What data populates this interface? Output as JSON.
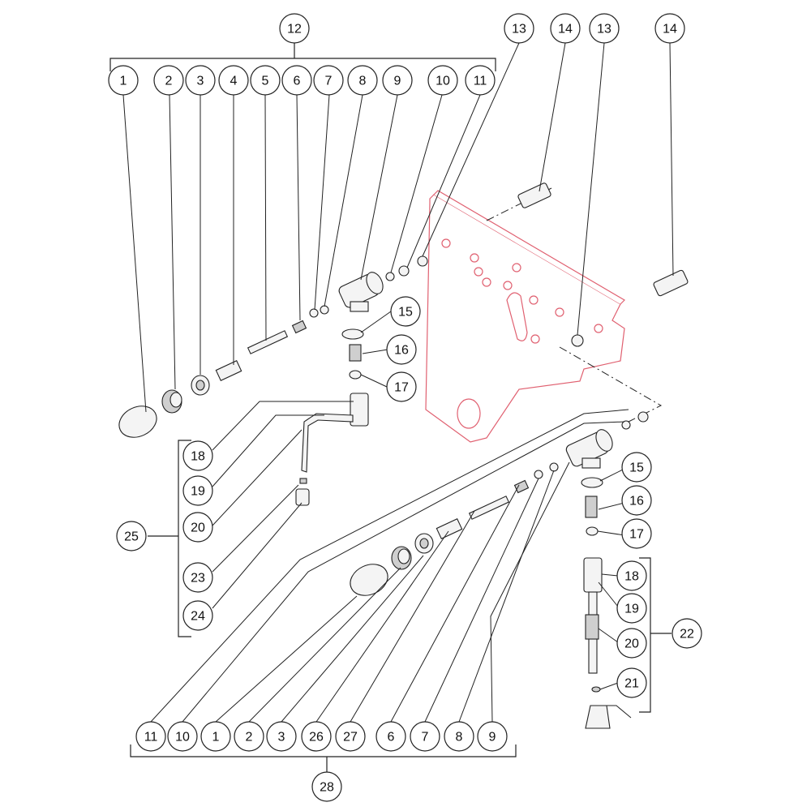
{
  "diagram": {
    "callouts": [
      {
        "id": "c12a",
        "label": "12"
      },
      {
        "id": "c1a",
        "label": "1"
      },
      {
        "id": "c2a",
        "label": "2"
      },
      {
        "id": "c3a",
        "label": "3"
      },
      {
        "id": "c4a",
        "label": "4"
      },
      {
        "id": "c5a",
        "label": "5"
      },
      {
        "id": "c6a",
        "label": "6"
      },
      {
        "id": "c7a",
        "label": "7"
      },
      {
        "id": "c8a",
        "label": "8"
      },
      {
        "id": "c9a",
        "label": "9"
      },
      {
        "id": "c10a",
        "label": "10"
      },
      {
        "id": "c11a",
        "label": "11"
      },
      {
        "id": "c13a",
        "label": "13"
      },
      {
        "id": "c14a",
        "label": "14"
      },
      {
        "id": "c13b",
        "label": "13"
      },
      {
        "id": "c14b",
        "label": "14"
      },
      {
        "id": "c15a",
        "label": "15"
      },
      {
        "id": "c16a",
        "label": "16"
      },
      {
        "id": "c17a",
        "label": "17"
      },
      {
        "id": "c18a",
        "label": "18"
      },
      {
        "id": "c19a",
        "label": "19"
      },
      {
        "id": "c20a",
        "label": "20"
      },
      {
        "id": "c23a",
        "label": "23"
      },
      {
        "id": "c24a",
        "label": "24"
      },
      {
        "id": "c25a",
        "label": "25"
      },
      {
        "id": "c15b",
        "label": "15"
      },
      {
        "id": "c16b",
        "label": "16"
      },
      {
        "id": "c17b",
        "label": "17"
      },
      {
        "id": "c18b",
        "label": "18"
      },
      {
        "id": "c19b",
        "label": "19"
      },
      {
        "id": "c20b",
        "label": "20"
      },
      {
        "id": "c21b",
        "label": "21"
      },
      {
        "id": "c22b",
        "label": "22"
      },
      {
        "id": "c11b",
        "label": "11"
      },
      {
        "id": "c10b",
        "label": "10"
      },
      {
        "id": "c1b",
        "label": "1"
      },
      {
        "id": "c2b",
        "label": "2"
      },
      {
        "id": "c3b",
        "label": "3"
      },
      {
        "id": "c26b",
        "label": "26"
      },
      {
        "id": "c27b",
        "label": "27"
      },
      {
        "id": "c6b",
        "label": "6"
      },
      {
        "id": "c7b",
        "label": "7"
      },
      {
        "id": "c8b",
        "label": "8"
      },
      {
        "id": "c9b",
        "label": "9"
      },
      {
        "id": "c28b",
        "label": "28"
      }
    ],
    "colors": {
      "ink": "#222222",
      "plate": "#e06070",
      "part_fill": "#f4f4f4"
    }
  }
}
